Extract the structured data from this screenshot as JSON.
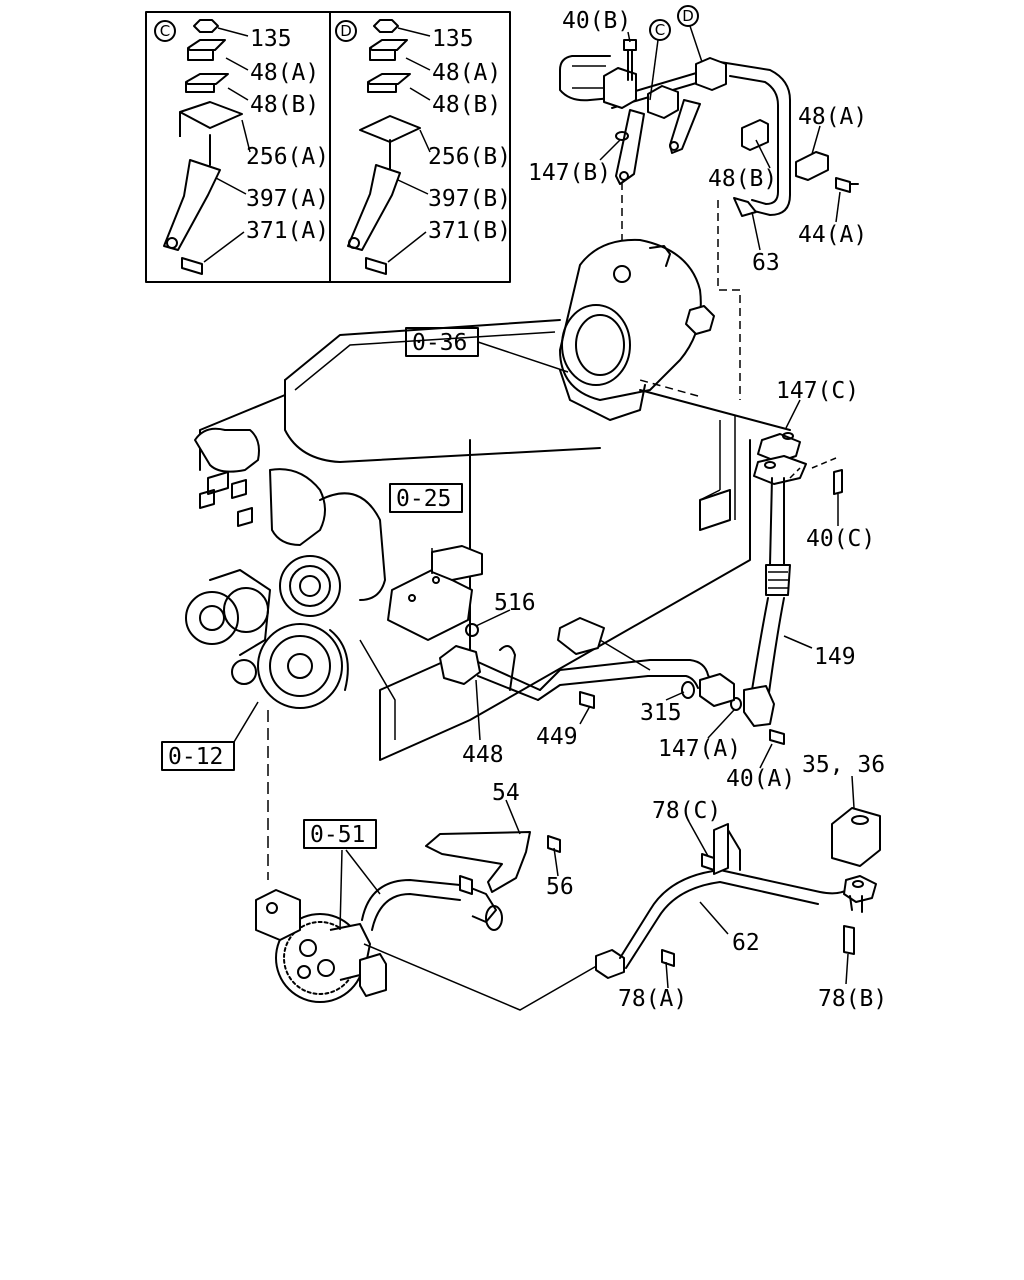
{
  "inset_c": {
    "marker": "C",
    "labels": [
      "135",
      "48(A)",
      "48(B)",
      "256(A)",
      "397(A)",
      "371(A)"
    ]
  },
  "inset_d": {
    "marker": "D",
    "labels": [
      "135",
      "48(A)",
      "48(B)",
      "256(B)",
      "397(B)",
      "371(B)"
    ]
  },
  "main_markers": {
    "c": "C",
    "d": "D"
  },
  "labels": {
    "l40b": "40(B)",
    "l147b": "147(B)",
    "l48a": "48(A)",
    "l48b": "48(B)",
    "l44a": "44(A)",
    "l63": "63",
    "l147c": "147(C)",
    "l40c": "40(C)",
    "l516": "516",
    "l149": "149",
    "l315": "315",
    "l448": "448",
    "l449": "449",
    "l147a": "147(A)",
    "l40a": "40(A)",
    "l3536": "35, 36",
    "l54": "54",
    "l78c": "78(C)",
    "l56": "56",
    "l62": "62",
    "l78a": "78(A)",
    "l78b": "78(B)"
  },
  "refs": {
    "r036": "0-36",
    "r025": "0-25",
    "r012": "0-12",
    "r051": "0-51"
  }
}
